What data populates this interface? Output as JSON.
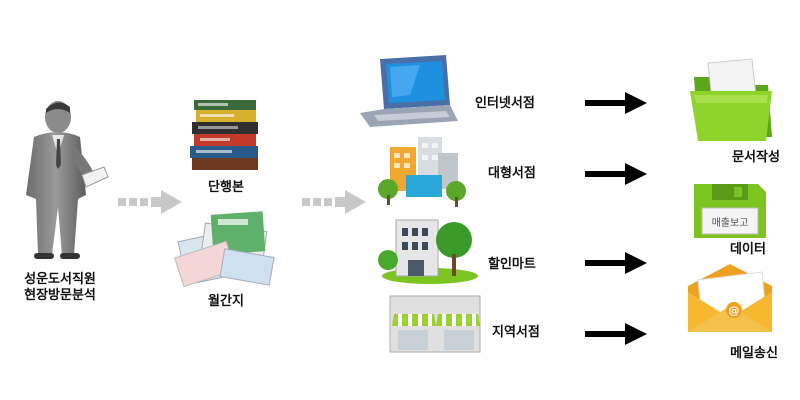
{
  "person": {
    "label_line1": "성운도서직원",
    "label_line2": "현장방문분석"
  },
  "publications": {
    "books_label": "단행본",
    "magazines_label": "월간지"
  },
  "stores": [
    {
      "label": "인터넷서점",
      "icon": "laptop-icon"
    },
    {
      "label": "대형서점",
      "icon": "office-buildings-icon"
    },
    {
      "label": "할인마트",
      "icon": "mart-building-icon"
    },
    {
      "label": "지역서점",
      "icon": "storefront-icon"
    }
  ],
  "outputs": [
    {
      "label": "문서작성",
      "icon": "folder-icon"
    },
    {
      "label": "데이터",
      "icon": "floppy-disk-icon",
      "disk_label": "매출보고"
    },
    {
      "label": "메일송신",
      "icon": "envelope-icon"
    }
  ],
  "colors": {
    "green": "#7cc520",
    "orange": "#f0a020",
    "gray_arrow": "#c8c8c8"
  }
}
